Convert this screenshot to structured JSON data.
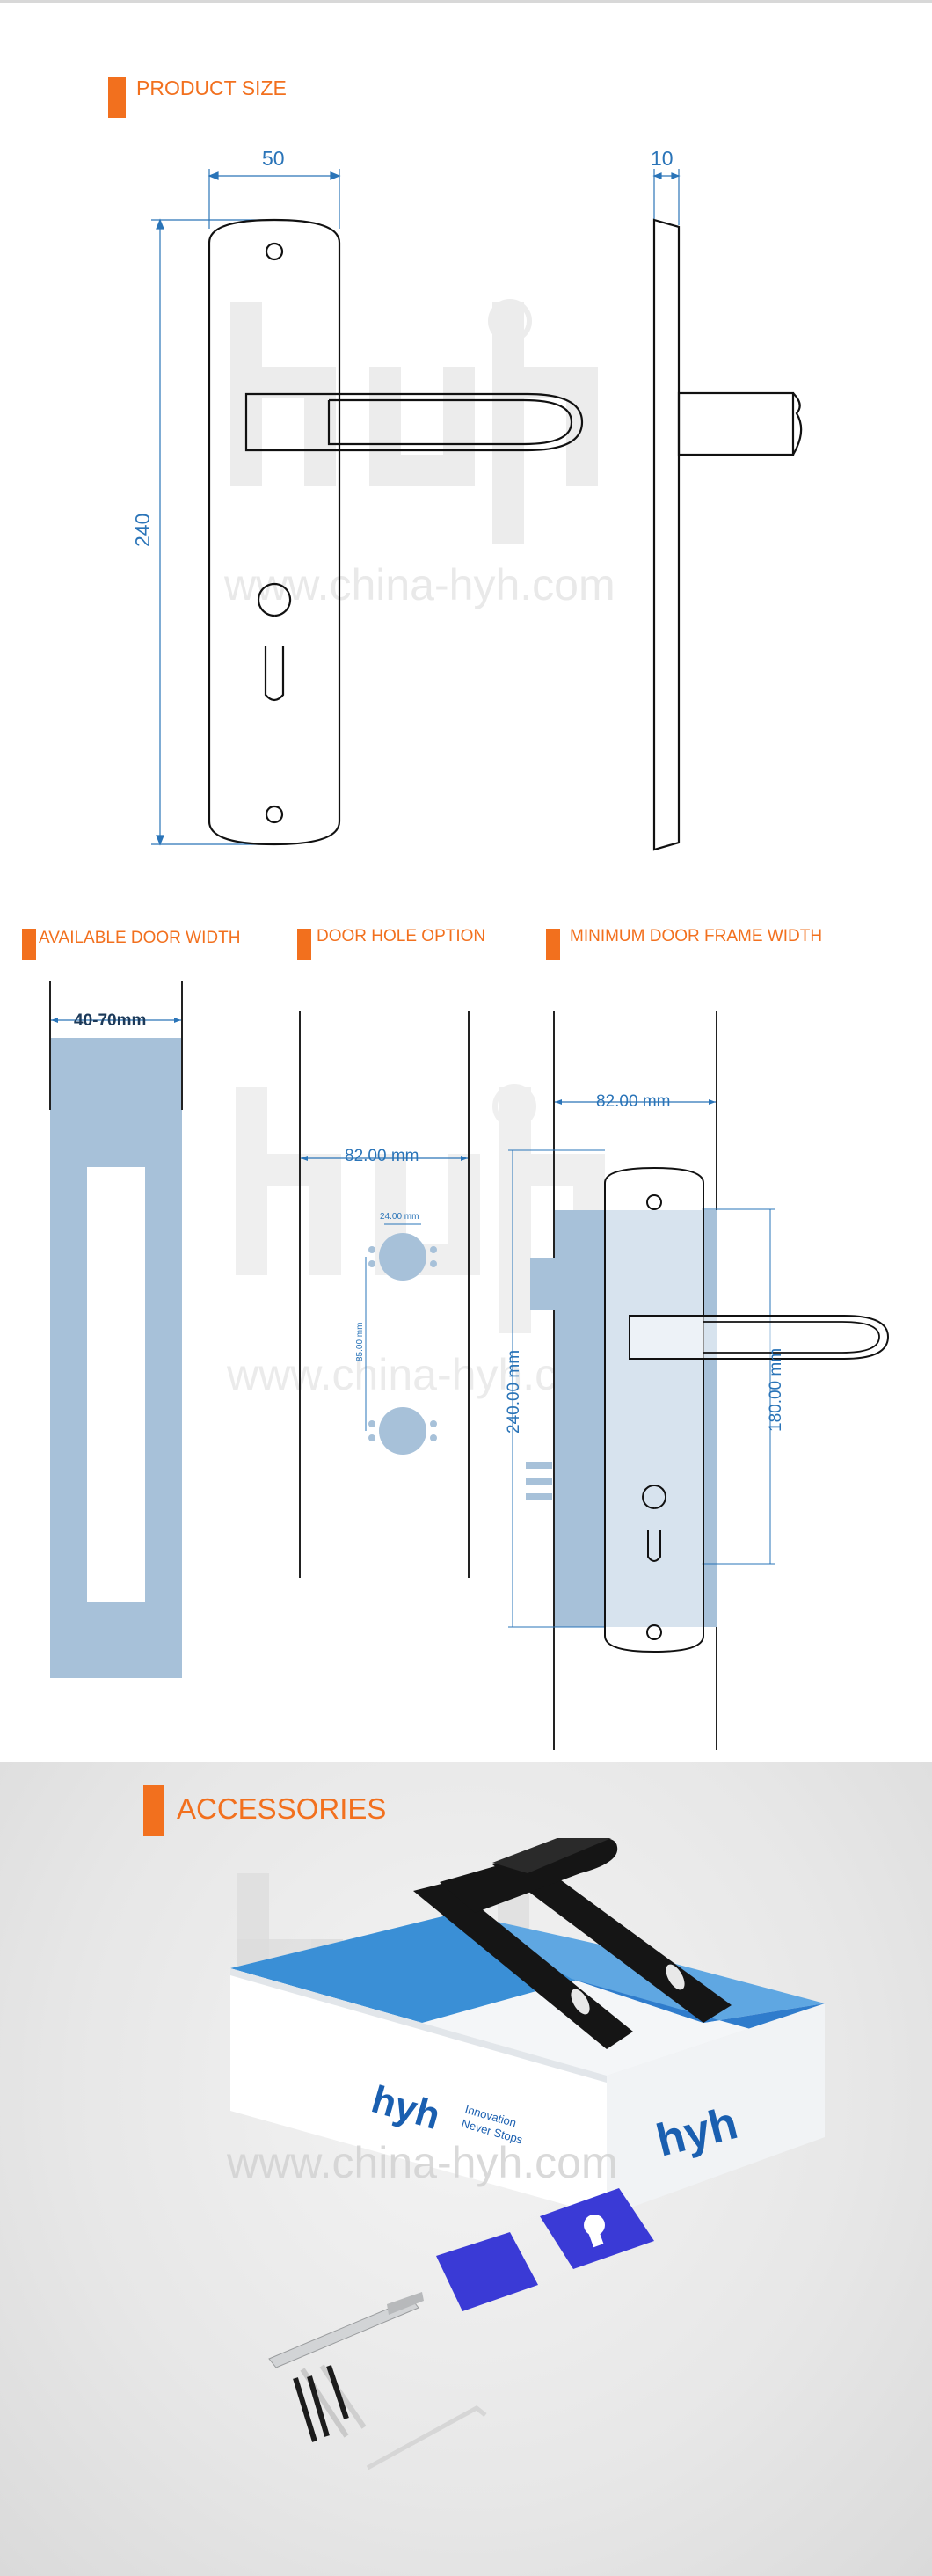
{
  "sections": {
    "product_size": "PRODUCT SIZE",
    "available_door_width": "AVAILABLE DOOR WIDTH",
    "door_hole_option": "DOOR HOLE OPTION",
    "minimum_door_frame_width": "MINIMUM DOOR FRAME WIDTH",
    "accessories": "ACCESSORIES"
  },
  "product_size": {
    "width": "50",
    "thickness": "10",
    "height": "240"
  },
  "door_width": {
    "range": "40-70mm"
  },
  "door_hole": {
    "spacing": "82.00 mm",
    "hole_width": "24.00 mm",
    "hole_gap": "85.00 mm"
  },
  "door_frame": {
    "width": "82.00 mm",
    "plate_height": "240.00 mm",
    "hole_height": "180.00 mm"
  },
  "watermark": {
    "url": "www.china-hyh.com"
  },
  "box": {
    "brand": "hyh",
    "tagline_1": "Innovation",
    "tagline_2": "Never Stops"
  },
  "colors": {
    "accent": "#f2701e",
    "dimension_blue": "#2a74b8",
    "door_fill": "#a7c1d9",
    "gasket_blue": "#3a3ad6"
  }
}
